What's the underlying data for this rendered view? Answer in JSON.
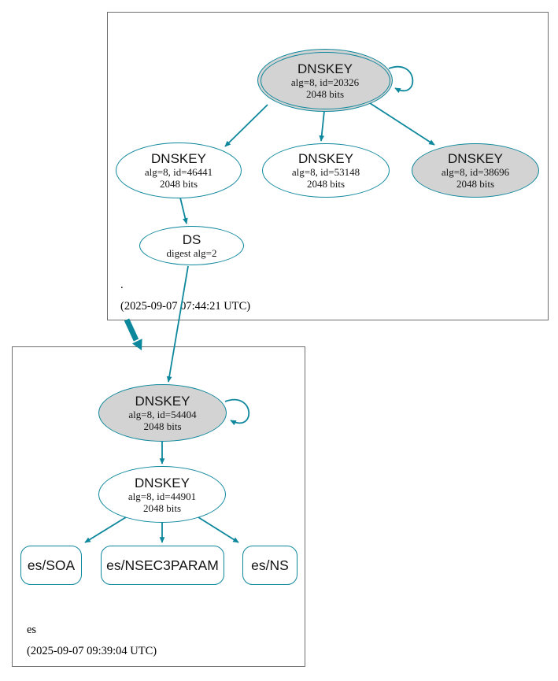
{
  "diagram": {
    "zones": {
      "root": {
        "name": ".",
        "timestamp": "(2025-09-07 07:44:21 UTC)"
      },
      "es": {
        "name": "es",
        "timestamp": "(2025-09-07 09:39:04 UTC)"
      }
    },
    "nodes": {
      "dnskey_20326": {
        "title": "DNSKEY",
        "alg": "alg=8, id=20326",
        "bits": "2048 bits"
      },
      "dnskey_46441": {
        "title": "DNSKEY",
        "alg": "alg=8, id=46441",
        "bits": "2048 bits"
      },
      "dnskey_53148": {
        "title": "DNSKEY",
        "alg": "alg=8, id=53148",
        "bits": "2048 bits"
      },
      "dnskey_38696": {
        "title": "DNSKEY",
        "alg": "alg=8, id=38696",
        "bits": "2048 bits"
      },
      "ds_root": {
        "title": "DS",
        "alg": "digest alg=2"
      },
      "dnskey_54404": {
        "title": "DNSKEY",
        "alg": "alg=8, id=54404",
        "bits": "2048 bits"
      },
      "dnskey_44901": {
        "title": "DNSKEY",
        "alg": "alg=8, id=44901",
        "bits": "2048 bits"
      },
      "rrset_soa": {
        "label": "es/SOA"
      },
      "rrset_nsec3param": {
        "label": "es/NSEC3PARAM"
      },
      "rrset_ns": {
        "label": "es/NS"
      }
    },
    "colors": {
      "secure": "#0d879c",
      "node_fill": "#d3d3d3",
      "border": "#6e6e6e"
    }
  }
}
